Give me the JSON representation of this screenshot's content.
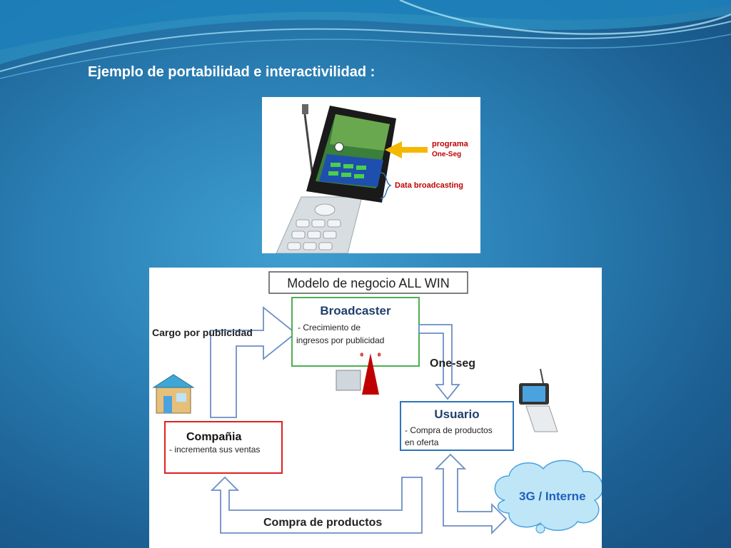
{
  "slide": {
    "title": "Ejemplo de portabilidad e interactivilidad :"
  },
  "phone_figure": {
    "annotation_program": "programa",
    "annotation_oneseg": "One-Seg",
    "annotation_data": "Data broadcasting"
  },
  "business_model": {
    "title": "Modelo de negocio ALL WIN",
    "broadcaster": {
      "name": "Broadcaster",
      "line1": "- Crecimiento de",
      "line2": "ingresos por publicidad"
    },
    "user": {
      "name": "Usuario",
      "line1": "- Compra de productos",
      "line2": "en oferta"
    },
    "company": {
      "name": "Compañia",
      "line1": "- incrementa sus ventas"
    },
    "arrow_advertising": "Cargo por publicidad",
    "arrow_oneseg": "One-seg",
    "arrow_purchase": "Compra de productos",
    "cloud_label": "3G / Interne"
  },
  "colors": {
    "broadcaster_border": "#4caf50",
    "user_border": "#2e75b6",
    "company_border": "#e02020",
    "cloud_fill": "#bfe6f7",
    "cloud_text": "#1f5fbf",
    "annotation_red": "#c00000",
    "pointer_arrow": "#f5b800"
  }
}
